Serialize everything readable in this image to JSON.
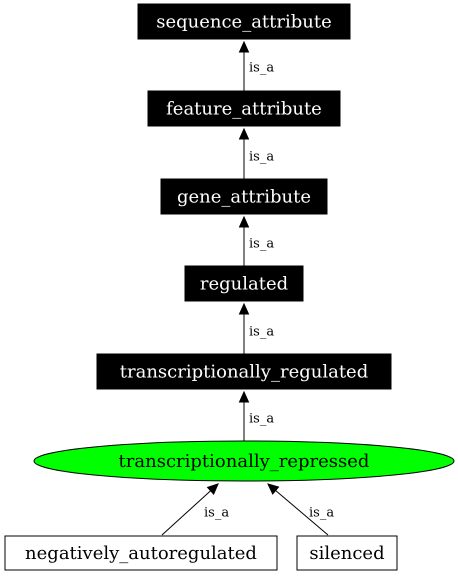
{
  "graph": {
    "nodes": [
      {
        "id": "sequence_attribute",
        "label": "sequence_attribute",
        "style": "filled-box"
      },
      {
        "id": "feature_attribute",
        "label": "feature_attribute",
        "style": "filled-box"
      },
      {
        "id": "gene_attribute",
        "label": "gene_attribute",
        "style": "filled-box"
      },
      {
        "id": "regulated",
        "label": "regulated",
        "style": "filled-box"
      },
      {
        "id": "transcriptionally_regulated",
        "label": "transcriptionally_regulated",
        "style": "filled-box"
      },
      {
        "id": "transcriptionally_repressed",
        "label": "transcriptionally_repressed",
        "style": "highlight-ellipse"
      },
      {
        "id": "negatively_autoregulated",
        "label": "negatively_autoregulated",
        "style": "outline-box"
      },
      {
        "id": "silenced",
        "label": "silenced",
        "style": "outline-box"
      }
    ],
    "edges": [
      {
        "from": "feature_attribute",
        "to": "sequence_attribute",
        "label": "is_a"
      },
      {
        "from": "gene_attribute",
        "to": "feature_attribute",
        "label": "is_a"
      },
      {
        "from": "regulated",
        "to": "gene_attribute",
        "label": "is_a"
      },
      {
        "from": "transcriptionally_regulated",
        "to": "regulated",
        "label": "is_a"
      },
      {
        "from": "transcriptionally_repressed",
        "to": "transcriptionally_regulated",
        "label": "is_a"
      },
      {
        "from": "negatively_autoregulated",
        "to": "transcriptionally_repressed",
        "label": "is_a"
      },
      {
        "from": "silenced",
        "to": "transcriptionally_repressed",
        "label": "is_a"
      }
    ],
    "colors": {
      "filled_box_fill": "#000000",
      "filled_box_text": "#ffffff",
      "highlight_fill": "#00ff00",
      "outline_fill": "#ffffff",
      "stroke": "#000000",
      "text": "#000000"
    }
  }
}
